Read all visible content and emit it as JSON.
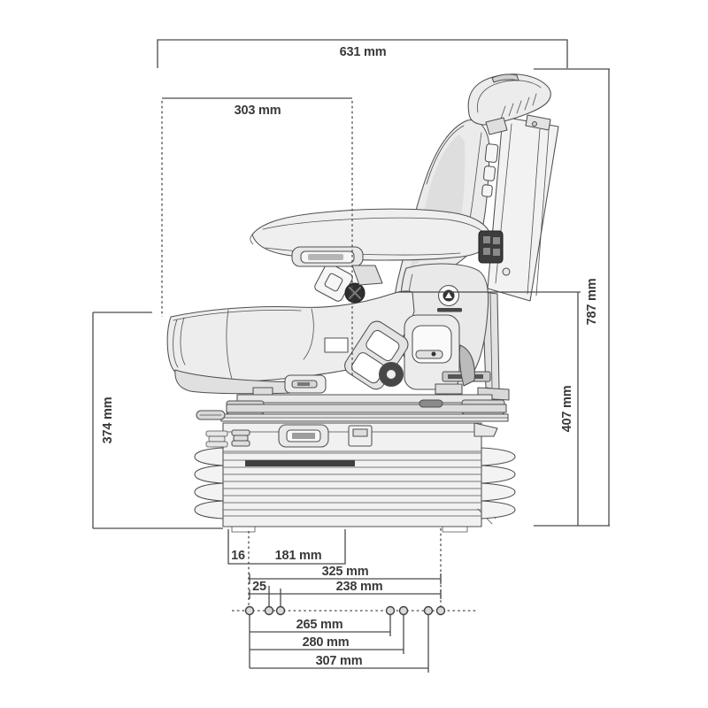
{
  "diagram": {
    "dimensions": {
      "overall_width": "631 mm",
      "seat_depth": "303 mm",
      "overall_height": "787 mm",
      "backrest_height": "407 mm",
      "front_height": "374 mm",
      "offset_front": "16",
      "rail_length": "181 mm",
      "base_length": "325 mm",
      "hole_offset": "25",
      "hole_span_238": "238 mm",
      "hole_span_265": "265 mm",
      "hole_span_280": "280 mm",
      "hole_span_307": "307 mm"
    }
  }
}
